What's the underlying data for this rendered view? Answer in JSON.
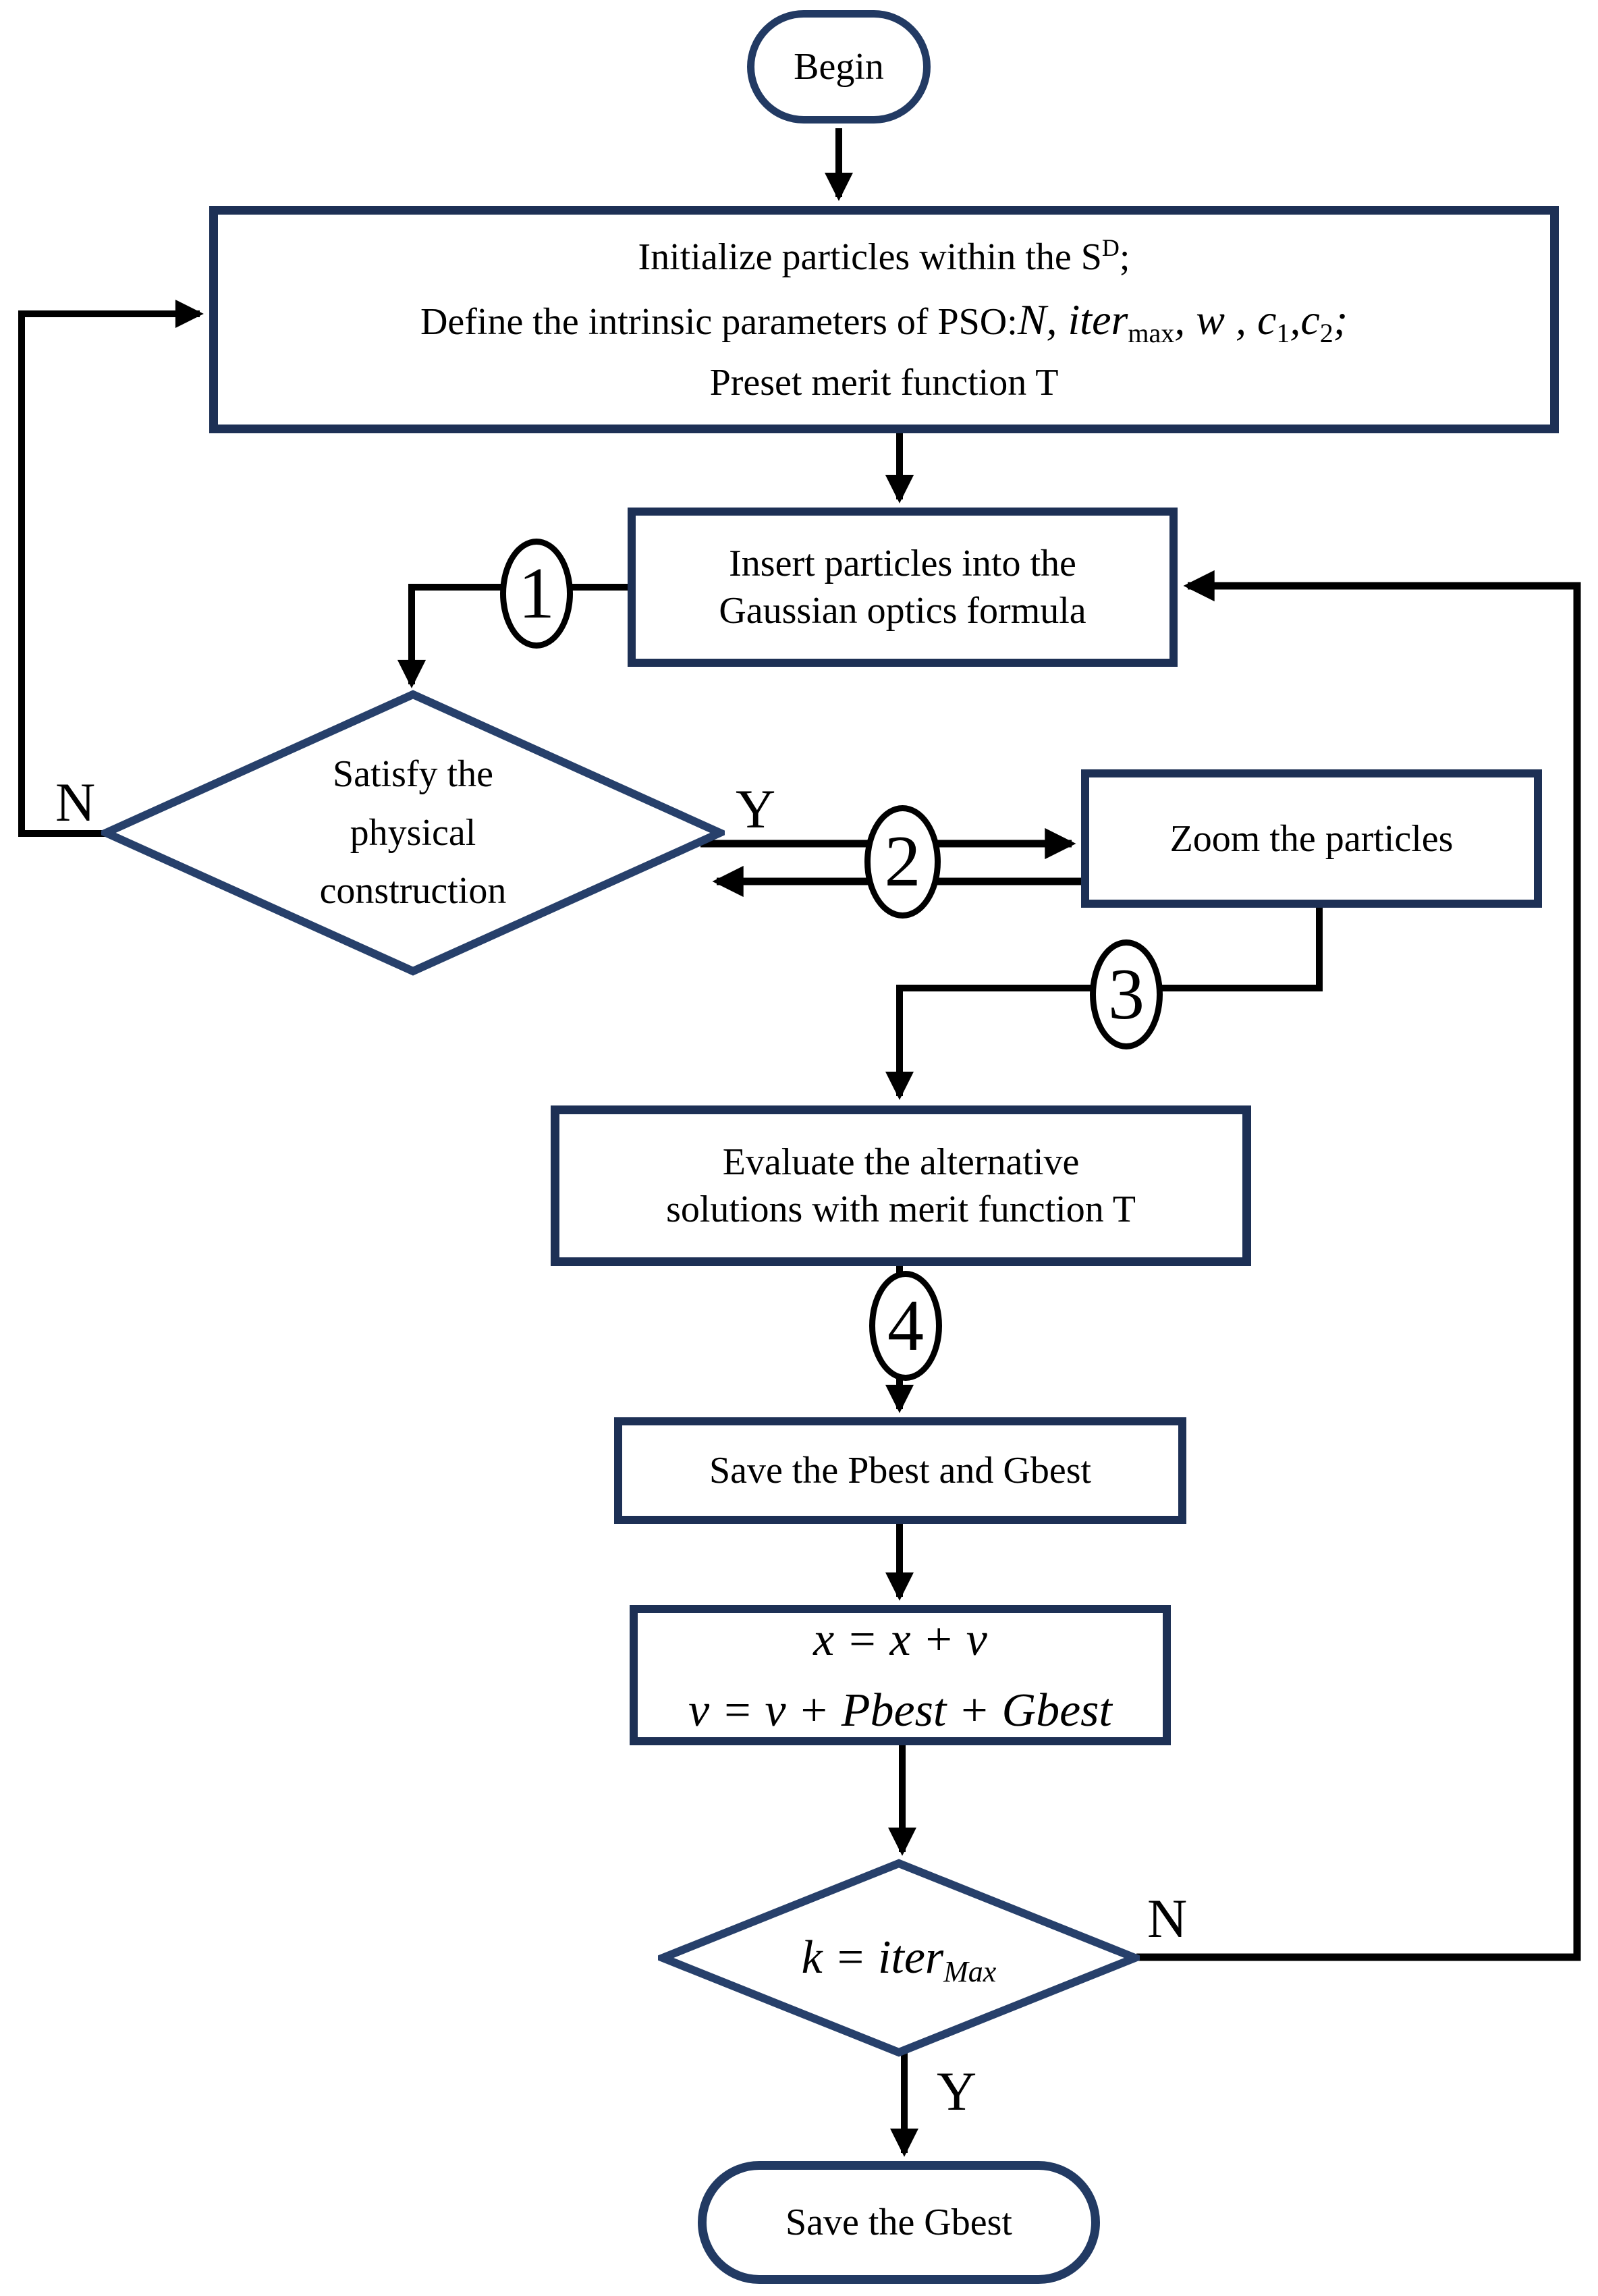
{
  "colors": {
    "box_border": "#1d3055",
    "diamond_border": "#27406b",
    "oval_border": "#223a63",
    "flow_line": "#000000",
    "background": "#ffffff"
  },
  "nodes": {
    "begin": {
      "label": "Begin"
    },
    "initialize": {
      "l1a": "Initialize particles within the S",
      "l1sup": "D",
      "l1b": ";",
      "l2a": "Define the intrinsic parameters of PSO:",
      "l2b": "N",
      "l2c": ", ",
      "l2d": "iter",
      "l2e": "max",
      "l2f": ", ",
      "l2g": "w",
      "l2h": " , ",
      "l2i": "c",
      "l2j": "1",
      "l2k": ",",
      "l2l": "c",
      "l2m": "2",
      "l2n": ";",
      "l3": "Preset merit function T"
    },
    "insert": {
      "l1": "Insert particles into the",
      "l2": "Gaussian optics formula"
    },
    "satisfy": {
      "l1": "Satisfy the",
      "l2": "physical",
      "l3": "construction"
    },
    "zoom": {
      "label": "Zoom the particles"
    },
    "evaluate": {
      "l1": "Evaluate the alternative",
      "l2": "solutions with merit function T"
    },
    "save_pbest": {
      "label": "Save the Pbest and Gbest"
    },
    "update": {
      "l1": "x = x + v",
      "l2": "v = v + Pbest + Gbest"
    },
    "iter_check": {
      "a": "k = iter",
      "sub": "Max"
    },
    "save_gbest": {
      "label": "Save the Gbest"
    }
  },
  "edge_labels": {
    "satisfy_no": "N",
    "satisfy_yes": "Y",
    "iter_no": "N",
    "iter_yes": "Y"
  },
  "badges": {
    "b1": "1",
    "b2": "2",
    "b3": "3",
    "b4": "4"
  }
}
